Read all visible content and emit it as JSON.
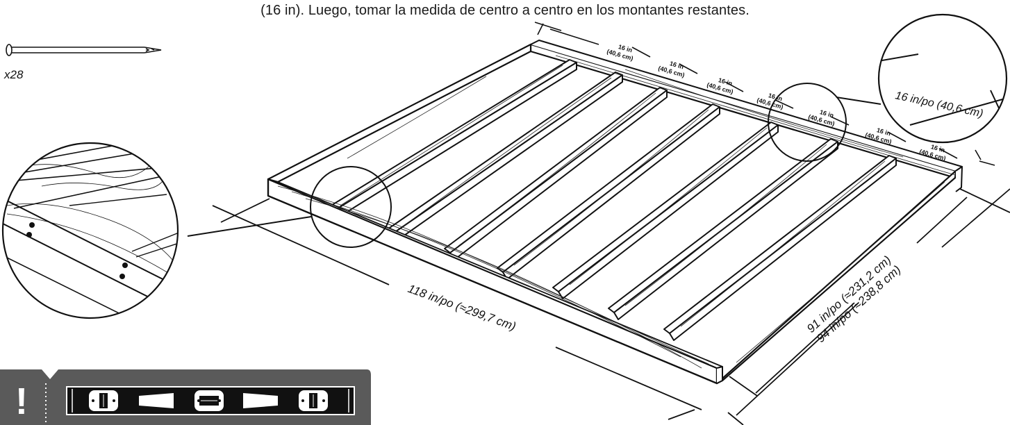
{
  "instruction": "(16 in). Luego, tomar la medida de centro a centro en los montantes restantes.",
  "nail": {
    "quantity": "x28",
    "icon": "nail-icon"
  },
  "spacing": {
    "label_in": "16 in",
    "label_cm": "(40,6 cm)",
    "count": 7
  },
  "callout_spacing_label": "16 in/po (40,6 cm)",
  "dimensions": {
    "length": "118 in/po (≈299,7 cm)",
    "width_inner": "91 in/po (≈231,2 cm)",
    "width_outer": "94 in/po (≈238,8 cm)"
  },
  "tool_bar": {
    "alert_symbol": "!",
    "tool_icon": "level-icon",
    "background": "#5a5a5a"
  }
}
